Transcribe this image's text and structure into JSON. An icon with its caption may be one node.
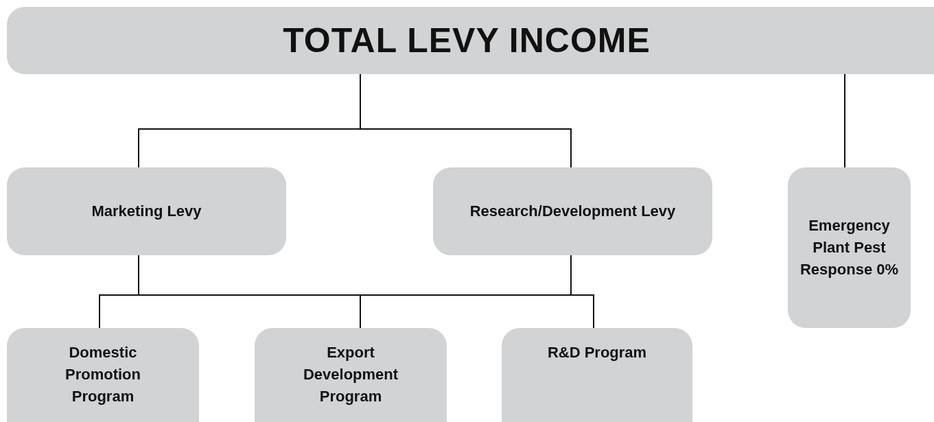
{
  "diagram": {
    "nodes": [
      {
        "text": [
          "TOTAL LEVY INCOME"
        ]
      },
      {
        "text": [
          "Marketing Levy"
        ]
      },
      {
        "text": [
          "Research/Development Levy"
        ]
      },
      {
        "text": [
          "Emergency Plant Pest Response 0%"
        ]
      },
      {
        "text": [
          "Domestic Promotion Program"
        ]
      },
      {
        "text": [
          "Export Development Program"
        ]
      },
      {
        "text": [
          "R&D Program"
        ]
      }
    ],
    "edges": [
      {
        "from": 0,
        "to": 1,
        "arrow": "none"
      },
      {
        "from": 0,
        "to": 2,
        "arrow": "none"
      },
      {
        "from": 0,
        "to": 3,
        "arrow": "none"
      },
      {
        "from": 1,
        "to": 4,
        "arrow": "none"
      },
      {
        "from": 1,
        "to": 5,
        "arrow": "none"
      },
      {
        "from": 1,
        "to": 6,
        "arrow": "none"
      },
      {
        "from": 2,
        "to": 4,
        "arrow": "none"
      },
      {
        "from": 2,
        "to": 5,
        "arrow": "none"
      },
      {
        "from": 2,
        "to": 6,
        "arrow": "none"
      }
    ]
  }
}
